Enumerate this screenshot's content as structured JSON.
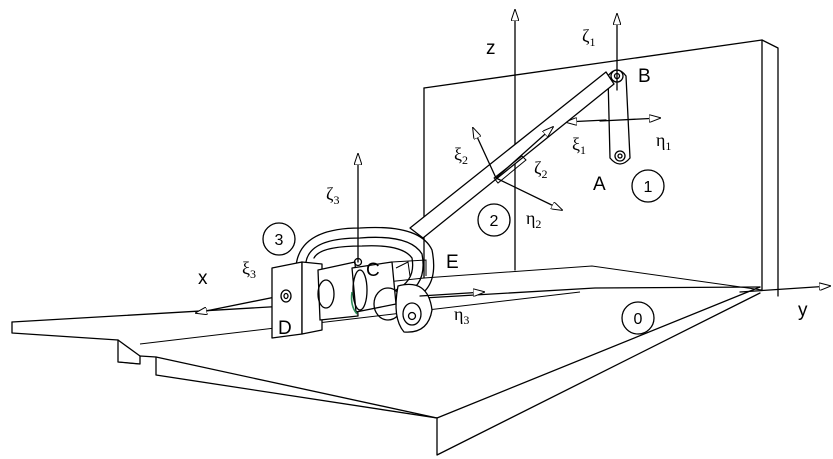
{
  "axes": {
    "x": "x",
    "y": "y",
    "z": "z"
  },
  "points": {
    "A": "A",
    "B": "B",
    "C": "C",
    "D": "D",
    "E": "E"
  },
  "bodies": {
    "b0": "0",
    "b1": "1",
    "b2": "2",
    "b3": "3"
  },
  "frames": {
    "zeta1": {
      "sym": "ζ",
      "sub": "1"
    },
    "eta1": {
      "sym": "η",
      "sub": "1"
    },
    "xi1": {
      "sym": "ξ",
      "sub": "1"
    },
    "zeta2": {
      "sym": "ζ",
      "sub": "2"
    },
    "eta2": {
      "sym": "η",
      "sub": "2"
    },
    "xi2": {
      "sym": "ξ",
      "sub": "2"
    },
    "zeta3": {
      "sym": "ζ",
      "sub": "3"
    },
    "eta3": {
      "sym": "η",
      "sub": "3"
    },
    "xi3": {
      "sym": "ξ",
      "sub": "3"
    }
  },
  "colors": {
    "line": "#000000",
    "accent": "#2e8b57"
  }
}
